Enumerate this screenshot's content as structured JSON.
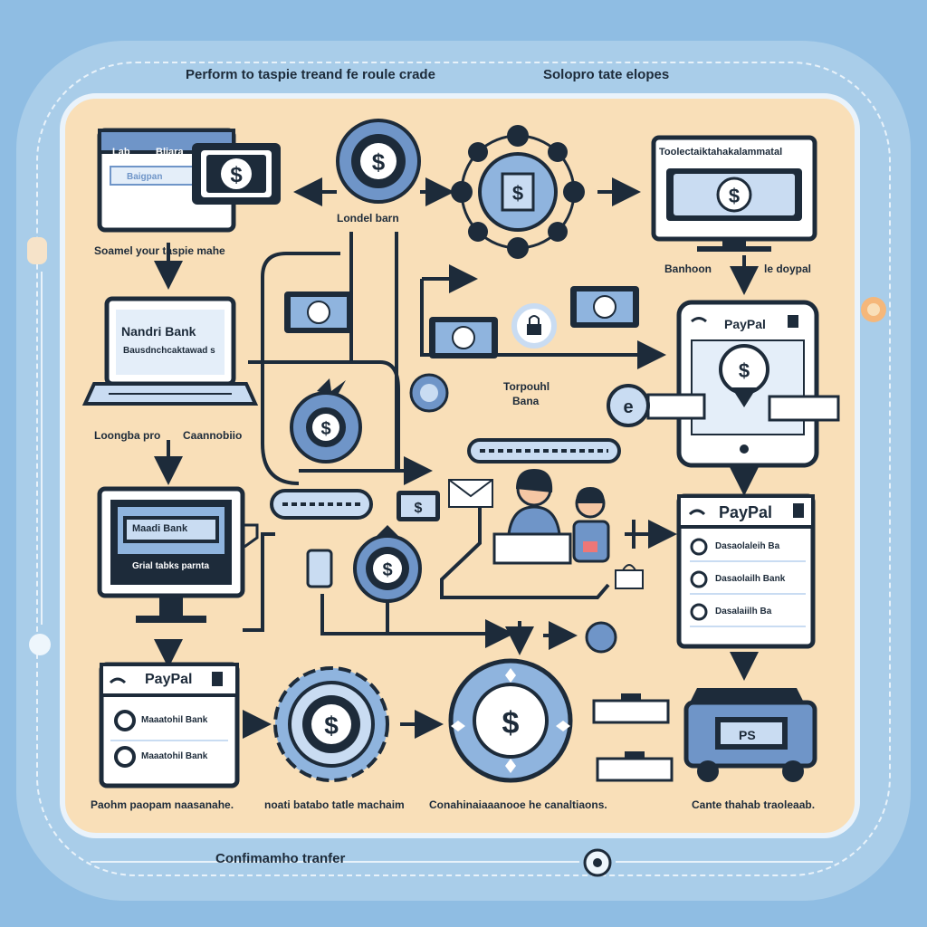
{
  "header": {
    "title_left": "Perform to taspie treand fe roule crade",
    "title_right": "Solopro tate elopes"
  },
  "footer": {
    "title": "Confimamho tranfer"
  },
  "row1": {
    "laptop_tab1": "Lab",
    "laptop_tab2": "Bliara",
    "laptop_field": "Baigpan",
    "label_left": "Soamel your taspie mahe",
    "coin_label": "Londel barn",
    "monitor_title": "Toolectaiktahakalammatal",
    "monitor_label_left": "Banhoon",
    "monitor_label_right": "le doypal"
  },
  "row2": {
    "laptop_bank": "Nandri Bank",
    "laptop_sub": "Bausdnchcaktawad s",
    "label_left": "Loongba pro",
    "label_right": "Caannobiio",
    "center_label_line1": "Torpouhl",
    "center_label_line2": "Bana",
    "tablet_brand": "PayPal"
  },
  "row3": {
    "monitor_bank": "Maadi Bank",
    "monitor_sub": "Grial tabks parnta",
    "paypal_brand": "PayPal",
    "paypal_items": [
      "Dasaolaleih Ba",
      "Dasaolailh Bank",
      "Dasalaiilh Ba"
    ]
  },
  "row4": {
    "paypal_brand": "PayPal",
    "paypal_items": [
      "Maaatohil Bank",
      "Maaatohil Bank"
    ],
    "caption_1": "Paohm paopam naasanahe.",
    "caption_2": "noati batabo tatle machaim",
    "caption_3": "Conahinaiaaanooe he canaltiaons.",
    "caption_4": "Cante thahab traoleaab.",
    "vehicle_plate": "PS"
  },
  "colors": {
    "background": "#8fbde3",
    "panel": "#f9dfb8",
    "dark": "#1d2b3a",
    "accent_blue": "#6f95c8",
    "light_blue": "#c9dcf2"
  }
}
